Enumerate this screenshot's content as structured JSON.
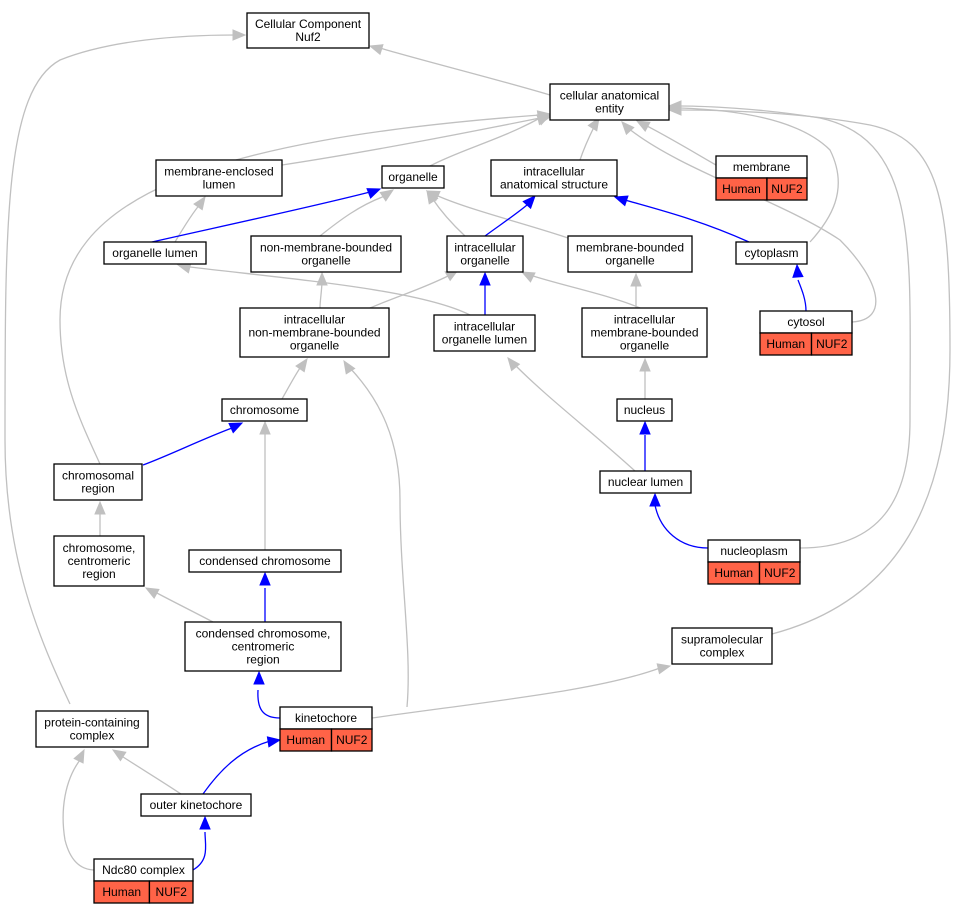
{
  "colors": {
    "is_a_edge": "#c0c0c0",
    "part_of_edge": "#0000ff",
    "annotation_fill": "#ff6347"
  },
  "nodes": {
    "root": {
      "lines": [
        "Cellular Component",
        "Nuf2"
      ]
    },
    "cae": {
      "lines": [
        "cellular anatomical",
        "entity"
      ]
    },
    "mel": {
      "lines": [
        "membrane-enclosed",
        "lumen"
      ]
    },
    "organelle": {
      "lines": [
        "organelle"
      ]
    },
    "ias": {
      "lines": [
        "intracellular",
        "anatomical structure"
      ]
    },
    "membrane": {
      "lines": [
        "membrane"
      ],
      "annotation": [
        "Human",
        "NUF2"
      ]
    },
    "ol": {
      "lines": [
        "organelle lumen"
      ]
    },
    "nmbo": {
      "lines": [
        "non-membrane-bounded",
        "organelle"
      ]
    },
    "io": {
      "lines": [
        "intracellular",
        "organelle"
      ]
    },
    "mbo": {
      "lines": [
        "membrane-bounded",
        "organelle"
      ]
    },
    "cytoplasm": {
      "lines": [
        "cytoplasm"
      ]
    },
    "inmbo": {
      "lines": [
        "intracellular",
        "non-membrane-bounded",
        "organelle"
      ]
    },
    "iol": {
      "lines": [
        "intracellular",
        "organelle lumen"
      ]
    },
    "imbo": {
      "lines": [
        "intracellular",
        "membrane-bounded",
        "organelle"
      ]
    },
    "cytosol": {
      "lines": [
        "cytosol"
      ],
      "annotation": [
        "Human",
        "NUF2"
      ]
    },
    "chromosome": {
      "lines": [
        "chromosome"
      ]
    },
    "nucleus": {
      "lines": [
        "nucleus"
      ]
    },
    "chromreg": {
      "lines": [
        "chromosomal",
        "region"
      ]
    },
    "nuclum": {
      "lines": [
        "nuclear lumen"
      ]
    },
    "ccr": {
      "lines": [
        "chromosome,",
        "centromeric",
        "region"
      ]
    },
    "condchr": {
      "lines": [
        "condensed chromosome"
      ]
    },
    "nucleoplasm": {
      "lines": [
        "nucleoplasm"
      ],
      "annotation": [
        "Human",
        "NUF2"
      ]
    },
    "ccc": {
      "lines": [
        "condensed chromosome,",
        "centromeric",
        "region"
      ]
    },
    "supra": {
      "lines": [
        "supramolecular",
        "complex"
      ]
    },
    "pcc": {
      "lines": [
        "protein-containing",
        "complex"
      ]
    },
    "kinet": {
      "lines": [
        "kinetochore"
      ],
      "annotation": [
        "Human",
        "NUF2"
      ]
    },
    "outer": {
      "lines": [
        "outer kinetochore"
      ]
    },
    "ndc80": {
      "lines": [
        "Ndc80 complex"
      ],
      "annotation": [
        "Human",
        "NUF2"
      ]
    }
  }
}
